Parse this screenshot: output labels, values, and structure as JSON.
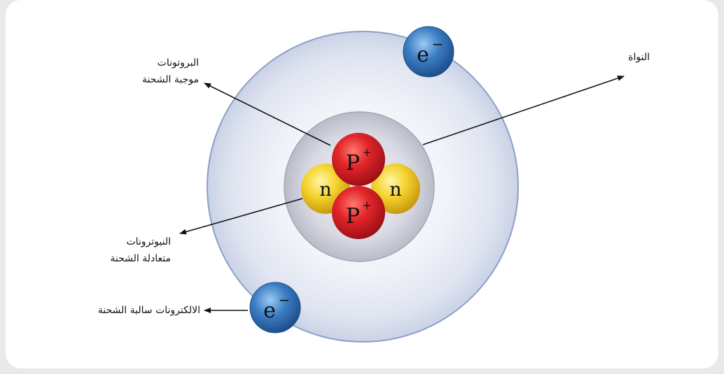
{
  "labels": {
    "protons": {
      "line1": "البروتونات",
      "line2": "موجبة الشحنة"
    },
    "nucleus": "النواة",
    "neutrons": {
      "line1": "النيوترونات",
      "line2": "متعادلة الشحنة"
    },
    "electrons": "الالكترونات سالبة الشحنة"
  },
  "particles": {
    "proton_symbol": "P",
    "proton_charge": "+",
    "neutron_symbol": "n",
    "electron_symbol": "e",
    "electron_charge": "−"
  },
  "colors": {
    "proton": "#d8232a",
    "neutron": "#f2cf2a",
    "electron": "#3b7dc4",
    "orbit_shell": "#dde3f0",
    "nucleus_shell": "#c9cbd6"
  }
}
